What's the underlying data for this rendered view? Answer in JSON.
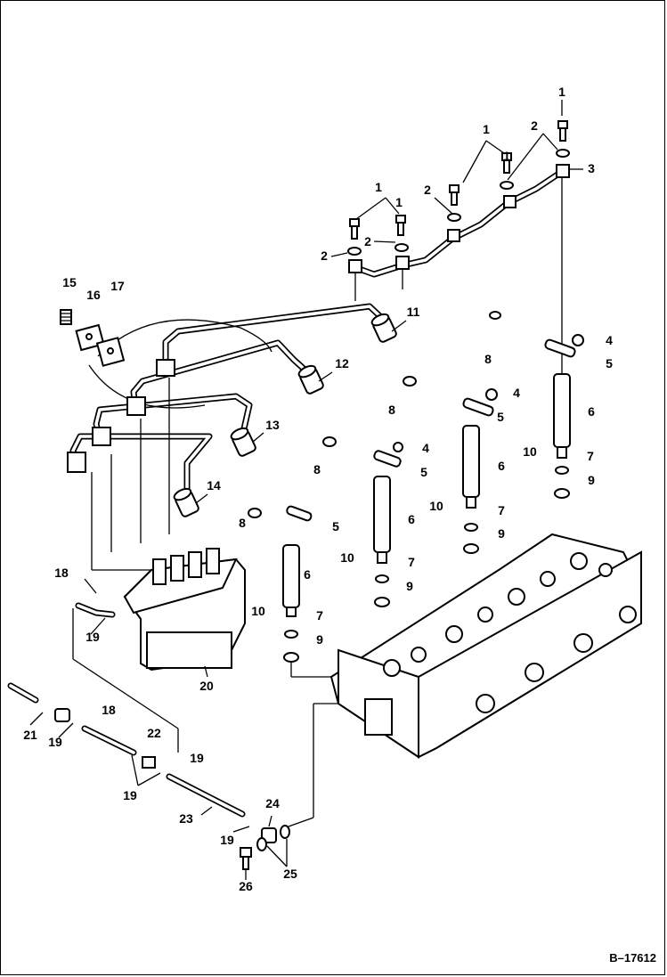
{
  "figure_id": "B–17612",
  "callouts": [
    "1",
    "1",
    "1",
    "1",
    "1",
    "2",
    "2",
    "2",
    "2",
    "3",
    "4",
    "4",
    "4",
    "5",
    "5",
    "5",
    "5",
    "6",
    "6",
    "6",
    "6",
    "7",
    "7",
    "7",
    "7",
    "8",
    "8",
    "8",
    "8",
    "9",
    "9",
    "9",
    "9",
    "10",
    "10",
    "10",
    "10",
    "11",
    "12",
    "13",
    "14",
    "15",
    "16",
    "17",
    "18",
    "18",
    "19",
    "19",
    "19",
    "19",
    "19",
    "20",
    "21",
    "22",
    "23",
    "24",
    "25",
    "26"
  ]
}
